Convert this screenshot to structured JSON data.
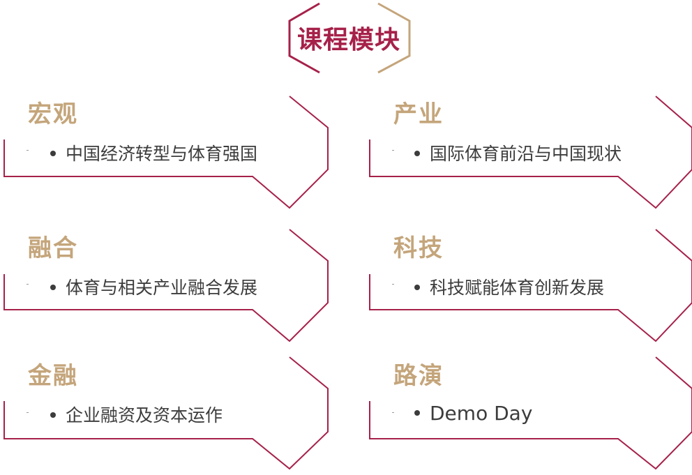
{
  "header": {
    "title": "课程模块"
  },
  "modules": [
    {
      "title": "宏观",
      "item": "中国经济转型与体育强国"
    },
    {
      "title": "产业",
      "item": "国际体育前沿与中国现状"
    },
    {
      "title": "融合",
      "item": "体育与相关产业融合发展"
    },
    {
      "title": "科技",
      "item": "科技赋能体育创新发展"
    },
    {
      "title": "金融",
      "item": "企业融资及资本运作"
    },
    {
      "title": "路演",
      "item": "Demo Day"
    }
  ],
  "colors": {
    "crimson": "#a6214a",
    "gold": "#c4a57b",
    "text": "#3c3c3c"
  }
}
